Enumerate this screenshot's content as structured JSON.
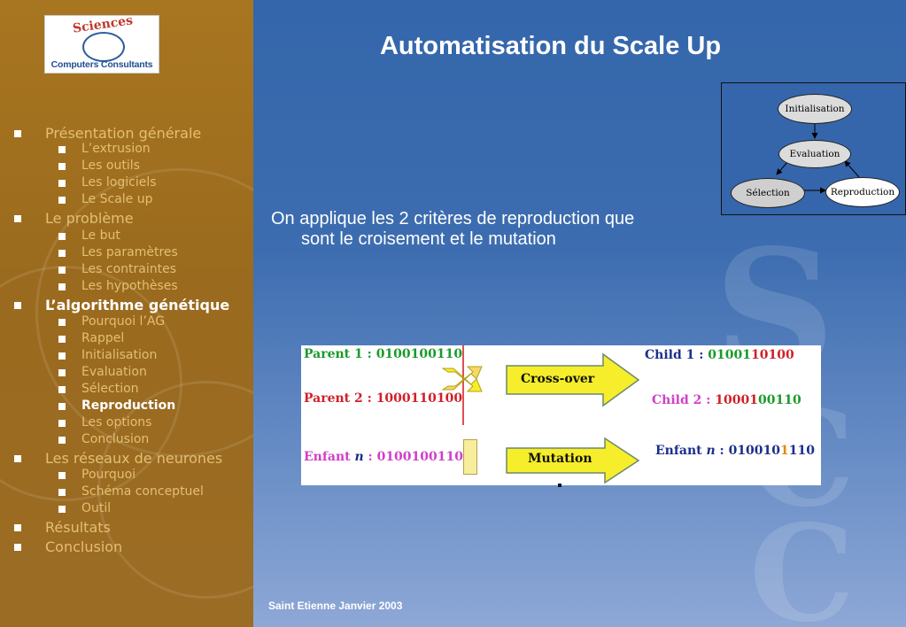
{
  "logo": {
    "arc_text": "Sciences",
    "subtitle": "Computers Consultants"
  },
  "nav": [
    {
      "label": "Présentation générale",
      "level": 1
    },
    {
      "label": "L’extrusion",
      "level": 2
    },
    {
      "label": "Les outils",
      "level": 2
    },
    {
      "label": "Les logiciels",
      "level": 2
    },
    {
      "label": "Le Scale up",
      "level": 2
    },
    {
      "label": "Le problème",
      "level": 1
    },
    {
      "label": "Le but",
      "level": 2
    },
    {
      "label": "Les paramètres",
      "level": 2
    },
    {
      "label": "Les contraintes",
      "level": 2
    },
    {
      "label": "Les hypothèses",
      "level": 2
    },
    {
      "label": "L’algorithme génétique",
      "level": 1,
      "active": true
    },
    {
      "label": "Pourquoi l’AG",
      "level": 2
    },
    {
      "label": "Rappel",
      "level": 2
    },
    {
      "label": "Initialisation",
      "level": 2
    },
    {
      "label": "Evaluation",
      "level": 2
    },
    {
      "label": "Sélection",
      "level": 2
    },
    {
      "label": "Reproduction",
      "level": 2,
      "active": true
    },
    {
      "label": "Les options",
      "level": 2
    },
    {
      "label": "Conclusion",
      "level": 2
    },
    {
      "label": "Les réseaux de neurones",
      "level": 1
    },
    {
      "label": "Pourquoi",
      "level": 2
    },
    {
      "label": "Schéma conceptuel",
      "level": 2
    },
    {
      "label": "Outil",
      "level": 2
    },
    {
      "label": "Résultats",
      "level": 1
    },
    {
      "label": "Conclusion",
      "level": 1
    }
  ],
  "slide": {
    "title": "Automatisation du Scale Up",
    "body_line1": "On applique les 2 critères de reproduction que",
    "body_line2": "sont le croisement et le mutation",
    "footer": "Saint Etienne Janvier 2003"
  },
  "diagram": {
    "nodes": {
      "initialisation": "Initialisation",
      "evaluation": "Evaluation",
      "selection": "Sélection",
      "reproduction": "Reproduction"
    }
  },
  "figure": {
    "parent1_label": "Parent 1 : ",
    "parent1_bits": "0100100110",
    "parent2_label": "Parent 2 : ",
    "parent2_bits": "1000110100",
    "enfant_label": "Enfant ",
    "enfant_n": "n",
    "enfant_sep": " : ",
    "enfant_bits": "0100100110",
    "crossover_label": "Cross-over",
    "mutation_label": "Mutation",
    "child1_label": "Child 1 : ",
    "child1_bits_a": "01001",
    "child1_bits_b": "10100",
    "child2_label": "Child 2 : ",
    "child2_bits_a": "10001",
    "child2_bits_b": "00110",
    "enfant_out_bits_a": "010010",
    "enfant_out_bits_b": "1",
    "enfant_out_bits_c": "110",
    "colors": {
      "green": "#1a9a2a",
      "red": "#d0202a",
      "magenta": "#d040c8",
      "navy": "#1b2f8a",
      "orange": "#e08a10",
      "arrow_fill": "#f6ee2a"
    }
  }
}
